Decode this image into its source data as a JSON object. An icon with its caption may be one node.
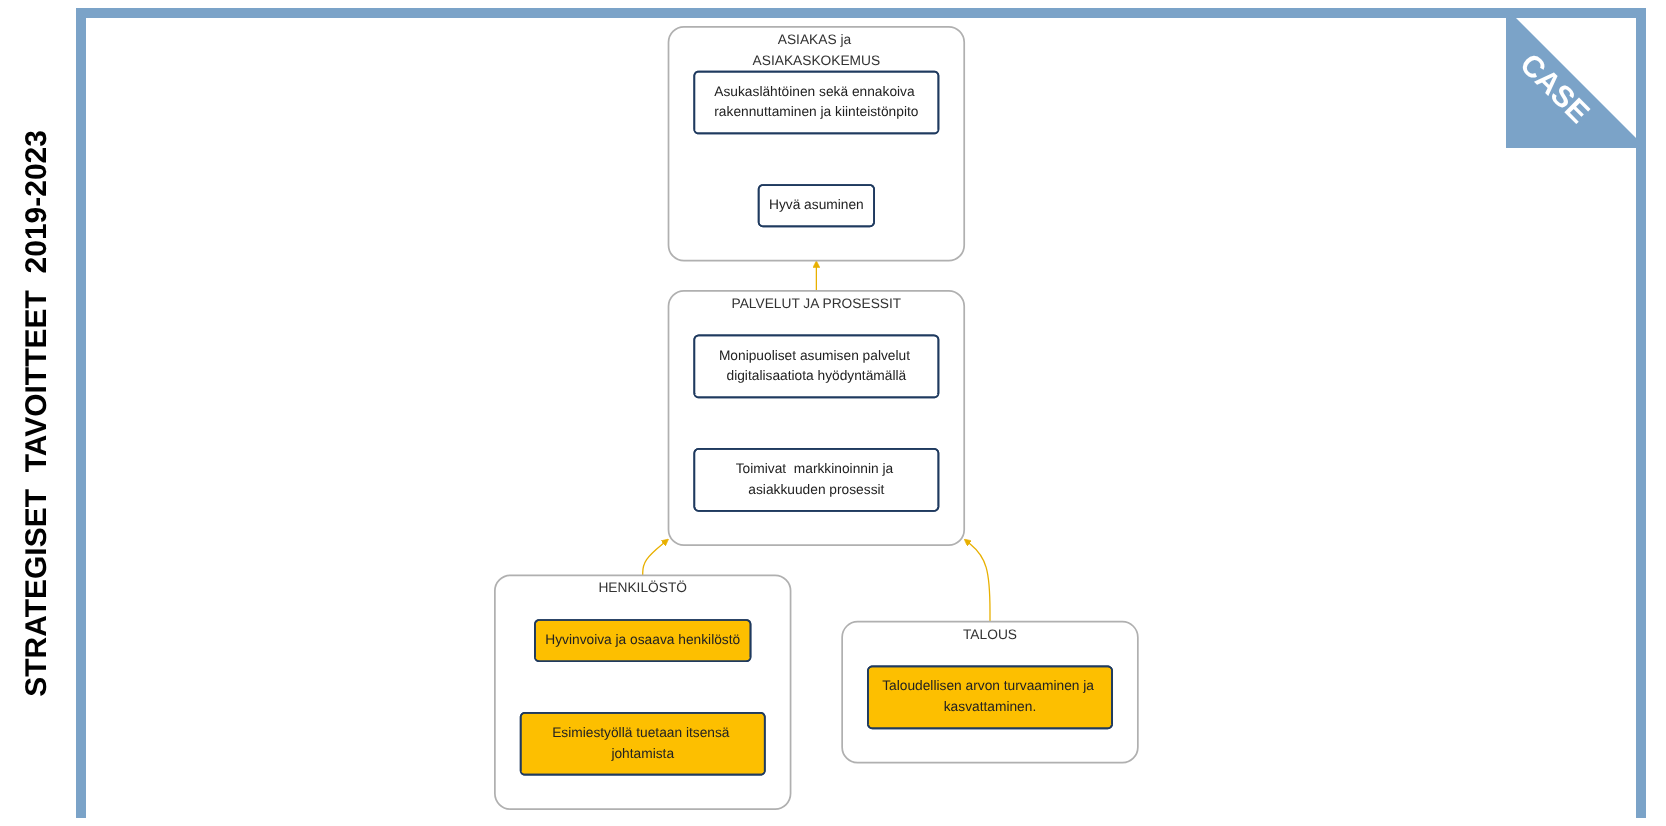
{
  "diagram": {
    "title": "STRATEGISET  TAVOITTEET  2019-2023",
    "nodes": [
      {
        "text": [
          "ASIAKAS ja ASIAKASKOKEMUS"
        ]
      },
      {
        "text": [
          "Asukaslähtöinen sekä ennakoiva rakennuttaminen ja kiinteistönpito"
        ],
        "in": 0
      },
      {
        "text": [
          "Hyvä asuminen"
        ],
        "in": 0
      },
      {
        "text": [
          "PALVELUT JA PROSESSIT"
        ]
      },
      {
        "text": [
          "Monipuoliset asumisen palvelut digitalisaatiota hyödyntämällä"
        ],
        "in": 3
      },
      {
        "text": [
          "Toimivat  markkinoinnin ja asiakkuuden prosessit"
        ],
        "in": 3
      },
      {
        "text": [
          "HENKILÖSTÖ"
        ]
      },
      {
        "text": [
          "Hyvinvoiva ja osaava henkilöstö"
        ],
        "in": 6
      },
      {
        "text": [
          "Esimiestyöllä tuetaan itsensä johtamista"
        ],
        "in": 6
      },
      {
        "text": [
          "TALOUS"
        ]
      },
      {
        "text": [
          "Taloudellisen arvon turvaaminen ja kasvattaminen."
        ],
        "in": 9
      }
    ],
    "edges": [
      {
        "from": 3,
        "to": 0,
        "arrow": "to"
      },
      {
        "from": 6,
        "to": 3,
        "arrow": "to"
      },
      {
        "from": 9,
        "to": 3,
        "arrow": "to"
      }
    ],
    "labels": [
      "CASE"
    ]
  }
}
